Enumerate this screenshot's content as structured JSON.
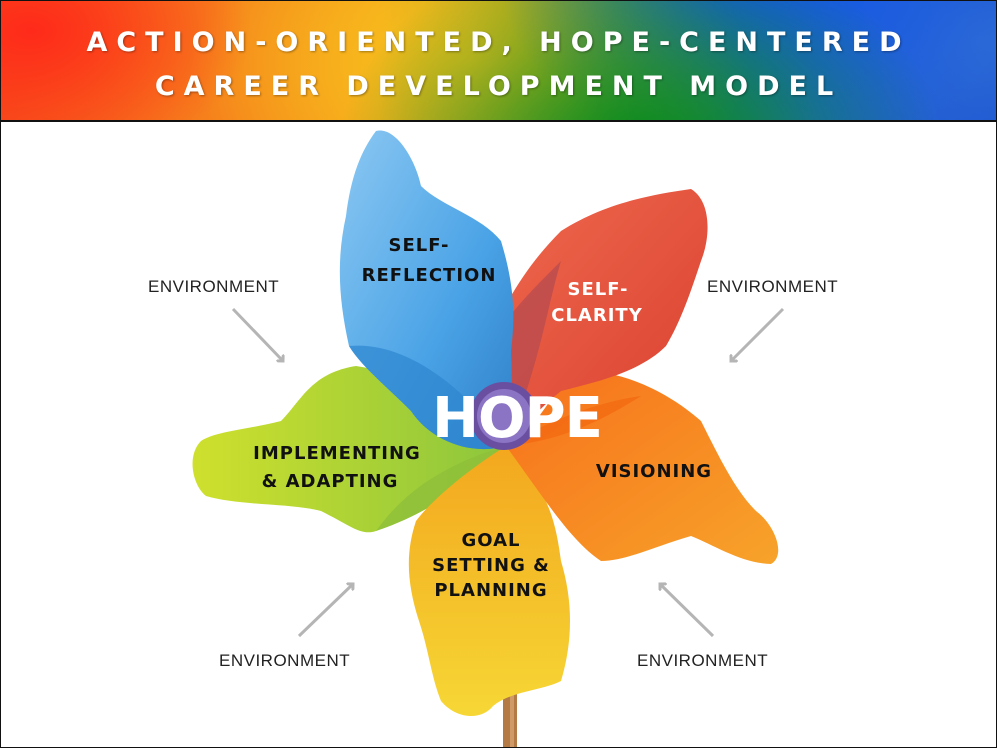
{
  "title": {
    "line1": "ACTION-ORIENTED, HOPE-CENTERED",
    "line2": "CAREER DEVELOPMENT MODEL"
  },
  "center_label": "HOPE",
  "blades": {
    "self_reflection": [
      "SELF-",
      "REFLECTION"
    ],
    "self_clarity": [
      "SELF-",
      "CLARITY"
    ],
    "visioning": [
      "VISIONING"
    ],
    "goal_setting": [
      "GOAL",
      "SETTING &",
      "PLANNING"
    ],
    "implementing": [
      "IMPLEMENTING",
      "& ADAPTING"
    ]
  },
  "environment": {
    "top_left": "ENVIRONMENT",
    "top_right": "ENVIRONMENT",
    "bottom_left": "ENVIRONMENT",
    "bottom_right": "ENVIRONMENT"
  },
  "colors": {
    "blue_blade": "#4aa3e6",
    "red_blade": "#e94b3c",
    "orange_blade": "#f58a1f",
    "yellow_blade": "#f4be26",
    "green_blade": "#b7d431",
    "center_ring": "#6a4fa0",
    "stick": "#b37a45",
    "arrow": "#b5b5b5"
  }
}
